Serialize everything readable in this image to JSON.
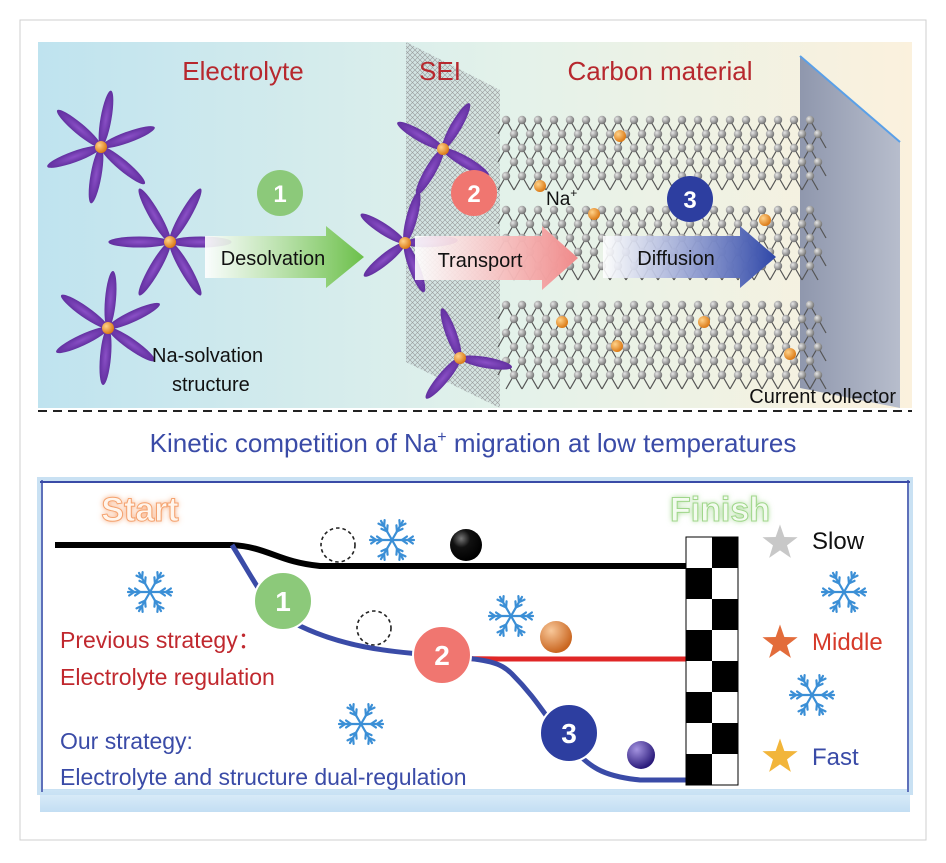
{
  "top_panel": {
    "labels": {
      "electrolyte": "Electrolyte",
      "sei": "SEI",
      "carbon": "Carbon material",
      "na_ion": "Na",
      "na_sup": "+",
      "solvation_line1": "Na-solvation",
      "solvation_line2": "structure",
      "current_collector": "Current collector"
    },
    "steps": [
      {
        "number": "1",
        "label": "Desolvation",
        "color": "#8cc97a"
      },
      {
        "number": "2",
        "label": "Transport",
        "color": "#f07670"
      },
      {
        "number": "3",
        "label": "Diffusion",
        "color": "#2d3ea0"
      }
    ]
  },
  "title": {
    "main": "Kinetic competition of Na",
    "sup": "+",
    "rest": " migration at low temperatures"
  },
  "bottom_panel": {
    "start_label": "Start",
    "finish_label": "Finish",
    "step_badges": [
      "1",
      "2",
      "3"
    ],
    "legend": [
      {
        "label": "Slow",
        "color": "#111111",
        "star_color": "#c8c8c8"
      },
      {
        "label": "Middle",
        "color": "#d63a2a",
        "star_color": "#e36c3b"
      },
      {
        "label": "Fast",
        "color": "#2d3ea0",
        "star_color": "#f2b53a"
      }
    ],
    "previous_line1": "Previous strategy：",
    "previous_line2": "Electrolyte regulation",
    "ours_line1": "Our strategy:",
    "ours_line2": "Electrolyte and structure dual-regulation"
  },
  "colors": {
    "red_text": "#b7282e",
    "blue_text": "#3a4ba7",
    "slow_path": "#000000",
    "middle_path": "#e02626",
    "fast_path": "#3a4ba7"
  }
}
